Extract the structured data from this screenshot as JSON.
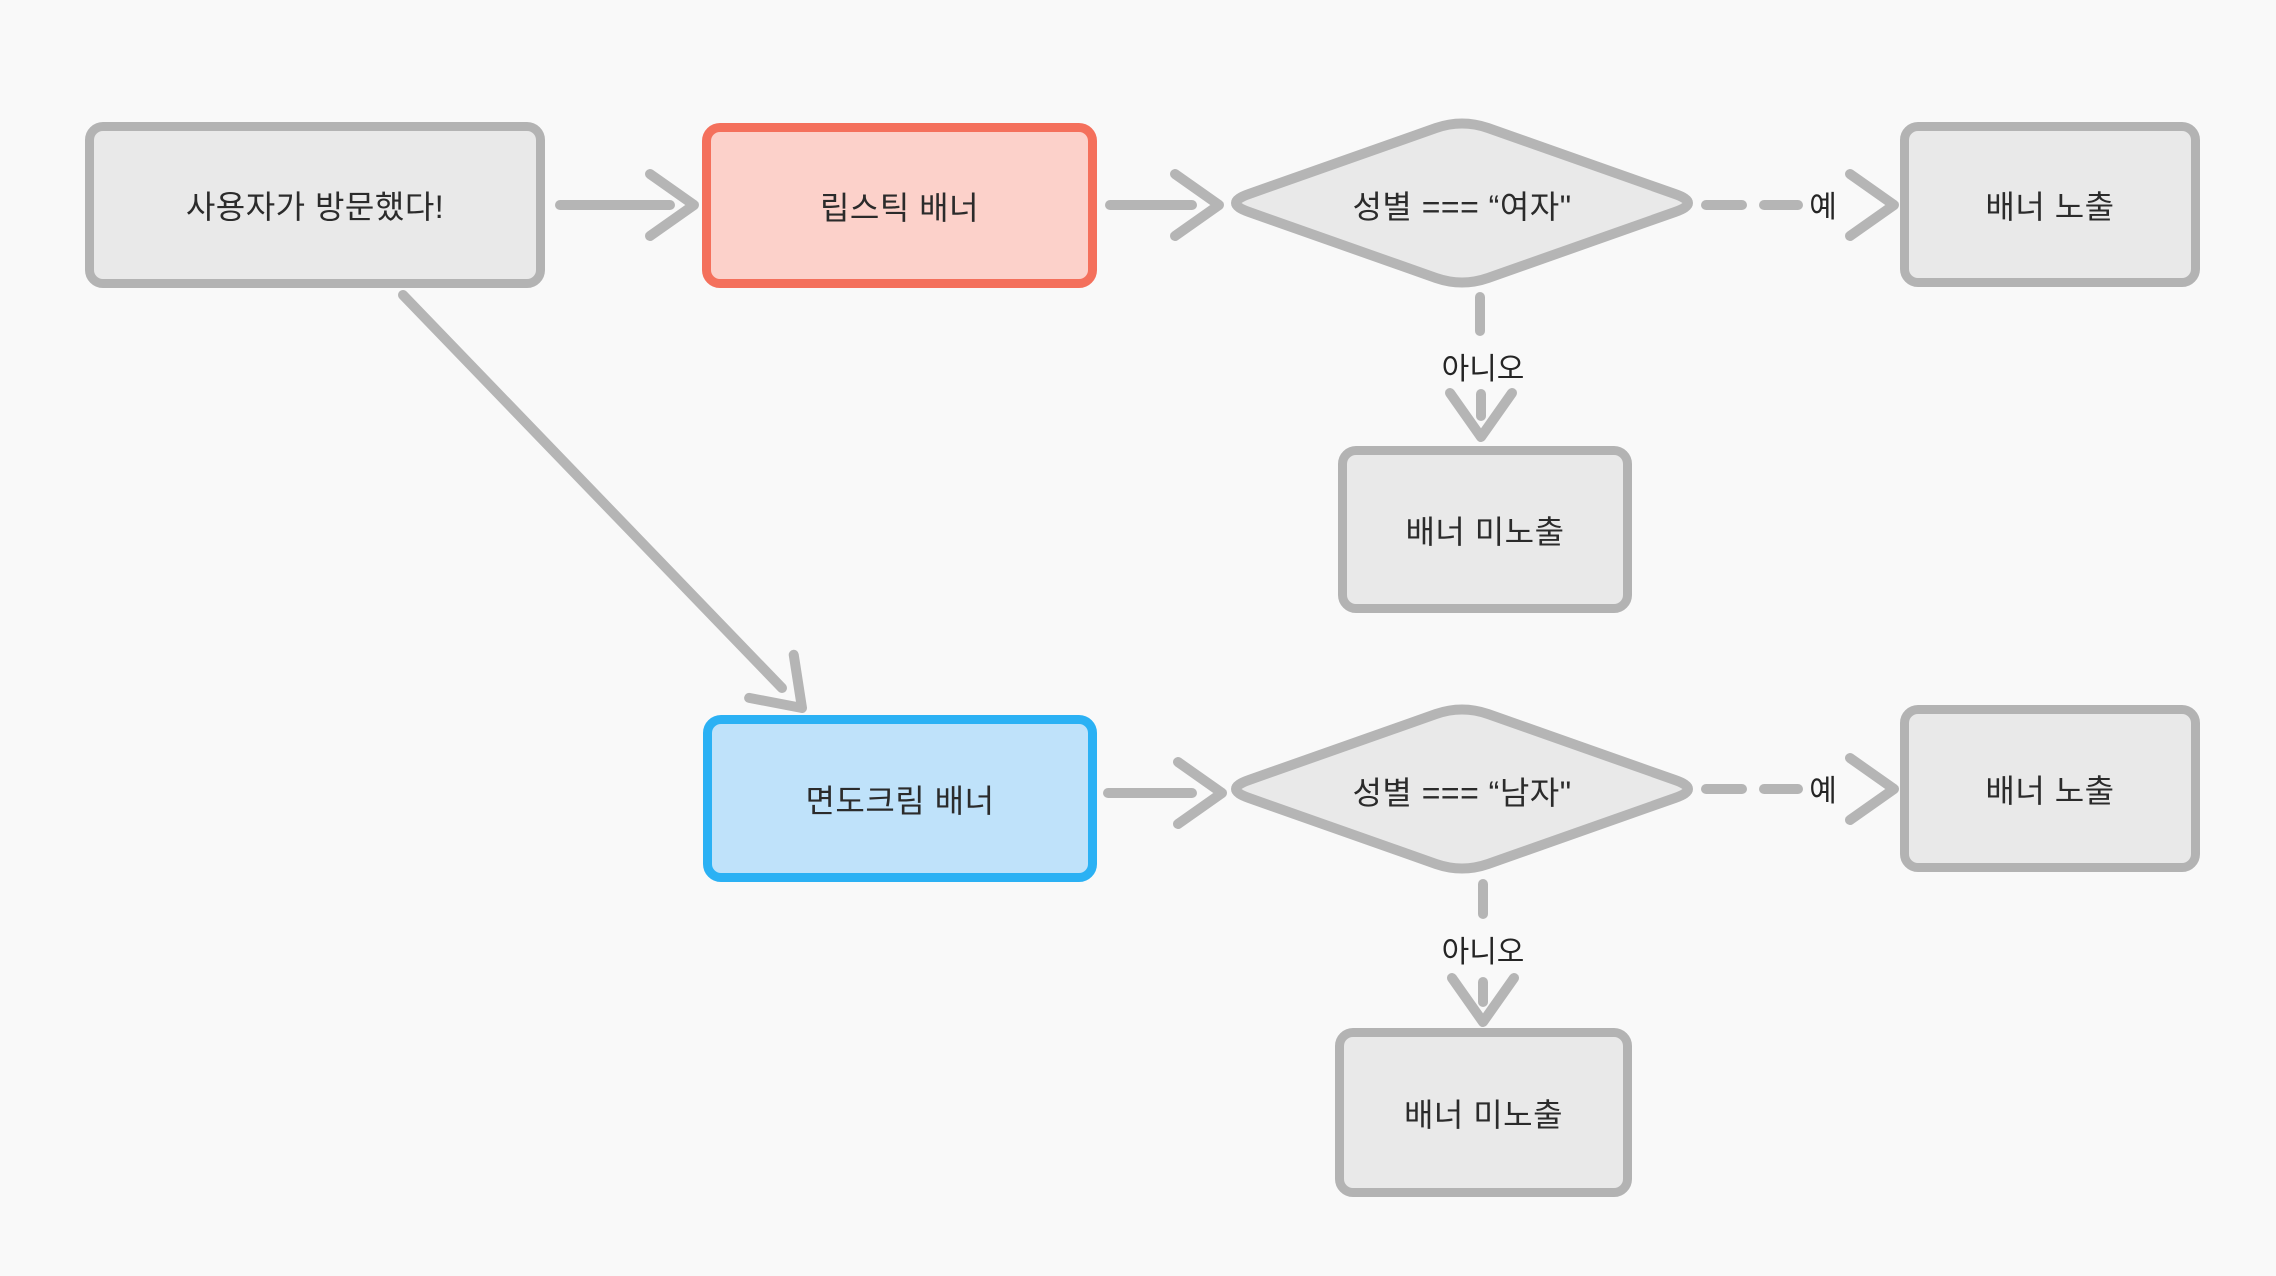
{
  "diagram": {
    "background_color": "#f9f9f9",
    "connector_color": "#b5b5b5",
    "node_colors": {
      "gray_fill": "#e9e9e9",
      "gray_border": "#b3b3b3",
      "red_fill": "#fcd1ca",
      "red_border": "#f4705c",
      "blue_fill": "#bfe2fa",
      "blue_border": "#2bb1f4"
    },
    "nodes": {
      "start": {
        "label": "사용자가 방문했다!"
      },
      "lipstick_banner": {
        "label": "립스틱 배너"
      },
      "shaving_banner": {
        "label": "면도크림 배너"
      },
      "decision_female": {
        "label": "성별 === “여자\""
      },
      "decision_male": {
        "label": "성별 === “남자\""
      },
      "show_banner_top": {
        "label": "배너 노출"
      },
      "hide_banner_top": {
        "label": "배너 미노출"
      },
      "show_banner_bottom": {
        "label": "배너 노출"
      },
      "hide_banner_bottom": {
        "label": "배너 미노출"
      }
    },
    "edge_labels": {
      "yes": "예",
      "no": "아니오"
    }
  }
}
